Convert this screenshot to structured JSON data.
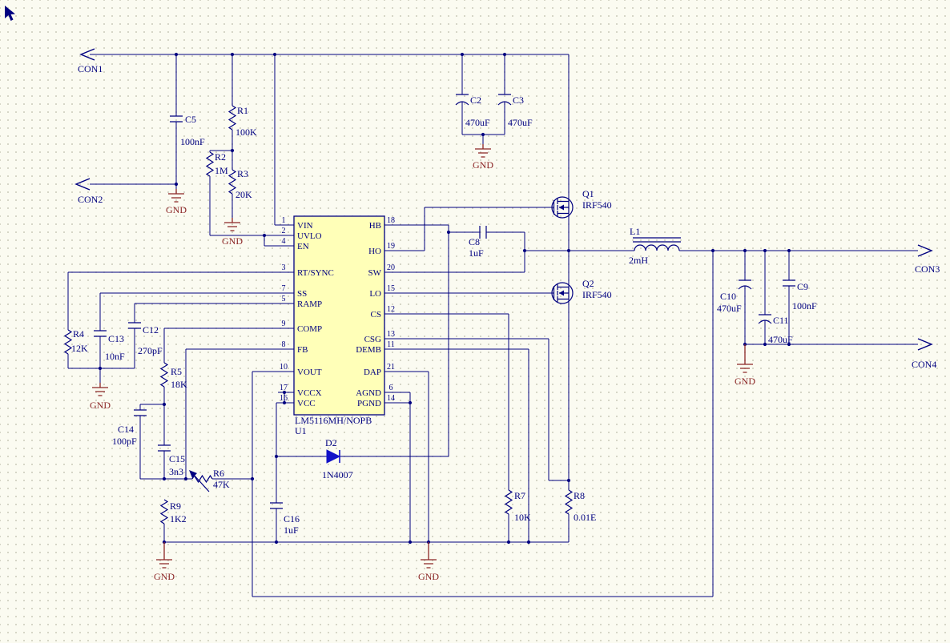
{
  "colors": {
    "wire": "#000080",
    "gnd": "#8B2525",
    "ic_fill": "#FFFFB8",
    "diode": "#1212C8",
    "background": "#FBFBF1",
    "grid_dot": "#C9C9B9"
  },
  "gnd": "GND",
  "ports": {
    "con1": "CON1",
    "con2": "CON2",
    "con3": "CON3",
    "con4": "CON4"
  },
  "ic": {
    "ref": "U1",
    "part": "LM5116MH/NOPB",
    "left_pins": [
      {
        "num": "1",
        "name": "VIN"
      },
      {
        "num": "2",
        "name": "UVLO"
      },
      {
        "num": "4",
        "name": "EN"
      },
      {
        "num": "3",
        "name": "RT/SYNC"
      },
      {
        "num": "7",
        "name": "SS"
      },
      {
        "num": "5",
        "name": "RAMP"
      },
      {
        "num": "9",
        "name": "COMP"
      },
      {
        "num": "8",
        "name": "FB"
      },
      {
        "num": "10",
        "name": "VOUT"
      },
      {
        "num": "17",
        "name": "VCCX"
      },
      {
        "num": "16",
        "name": "VCC"
      }
    ],
    "right_pins": [
      {
        "num": "18",
        "name": "HB"
      },
      {
        "num": "19",
        "name": "HO"
      },
      {
        "num": "20",
        "name": "SW"
      },
      {
        "num": "15",
        "name": "LO"
      },
      {
        "num": "12",
        "name": "CS"
      },
      {
        "num": "13",
        "name": "CSG"
      },
      {
        "num": "11",
        "name": "DEMB"
      },
      {
        "num": "21",
        "name": "DAP"
      },
      {
        "num": "6",
        "name": "AGND"
      },
      {
        "num": "14",
        "name": "PGND"
      }
    ]
  },
  "components": {
    "C5": {
      "ref": "C5",
      "value": "100nF"
    },
    "R1": {
      "ref": "R1",
      "value": "100K"
    },
    "R2": {
      "ref": "R2",
      "value": "1M"
    },
    "R3": {
      "ref": "R3",
      "value": "20K"
    },
    "C2": {
      "ref": "C2",
      "value": "470uF"
    },
    "C3": {
      "ref": "C3",
      "value": "470uF"
    },
    "Q1": {
      "ref": "Q1",
      "value": "IRF540"
    },
    "Q2": {
      "ref": "Q2",
      "value": "IRF540"
    },
    "C8": {
      "ref": "C8",
      "value": "1uF"
    },
    "L1": {
      "ref": "L1",
      "value": "2mH"
    },
    "C10": {
      "ref": "C10",
      "value": "470uF"
    },
    "C11": {
      "ref": "C11",
      "value": "470uF"
    },
    "C9": {
      "ref": "C9",
      "value": "100nF"
    },
    "R4": {
      "ref": "R4",
      "value": "12K"
    },
    "C13": {
      "ref": "C13",
      "value": "10nF"
    },
    "C12": {
      "ref": "C12",
      "value": "270pF"
    },
    "R5": {
      "ref": "R5",
      "value": "18K"
    },
    "C14": {
      "ref": "C14",
      "value": "100pF"
    },
    "C15": {
      "ref": "C15",
      "value": "3n3"
    },
    "R6": {
      "ref": "R6",
      "value": "47K"
    },
    "R9": {
      "ref": "R9",
      "value": "1K2"
    },
    "C16": {
      "ref": "C16",
      "value": "1uF"
    },
    "D2": {
      "ref": "D2",
      "value": "1N4007"
    },
    "R7": {
      "ref": "R7",
      "value": "10K"
    },
    "R8": {
      "ref": "R8",
      "value": "0.01E"
    }
  }
}
